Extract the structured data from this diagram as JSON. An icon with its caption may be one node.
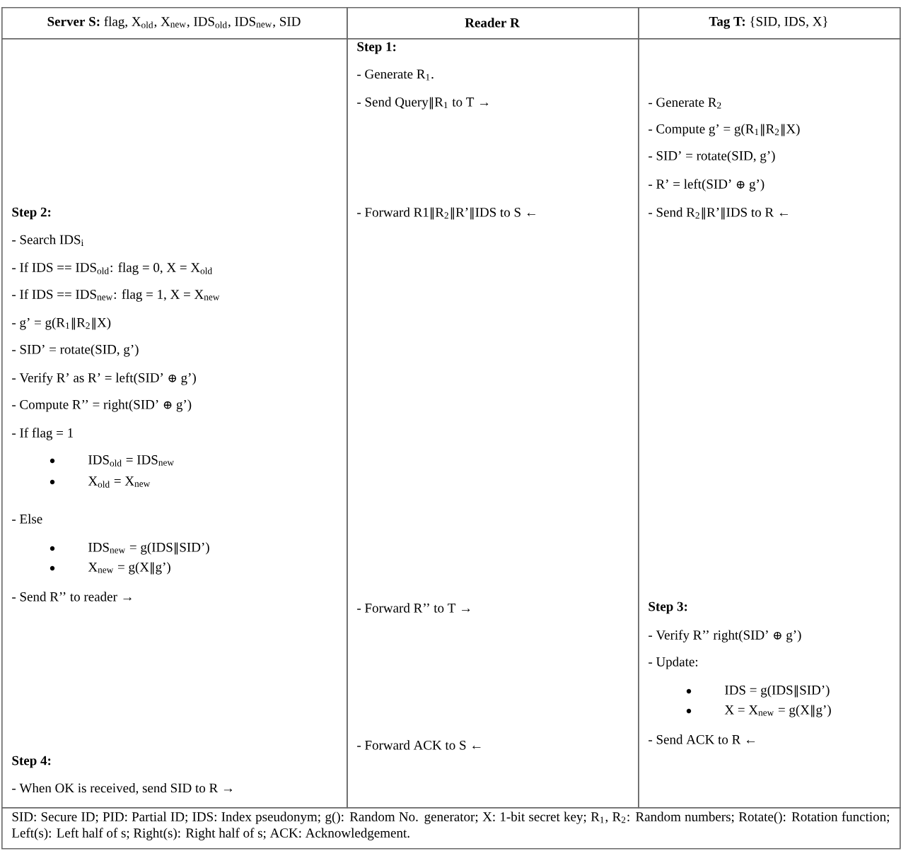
{
  "diagram": {
    "nodes": [
      {
        "text": [
          "**Server S:** flag, X$_{old}$, X$_{new}$, IDS$_{old}$, IDS$_{new}$, SID"
        ]
      },
      {
        "text": [
          "Reader R"
        ]
      },
      {
        "text": [
          "**Tag T:** {SID, IDS, X}"
        ]
      },
      {
        "text": [
          "Step 2:",
          "- Search IDS$_{i}$",
          "- If IDS == IDS$_{old}$: flag = 0, X = X$_{old}$",
          "- If IDS == IDS$_{new}$: flag = 1, X = X$_{new}$",
          "- g’ = g(R$_{1}$‖R$_{2}$‖X)",
          "- SID’ = rotate(SID, g’)",
          "- Verify R’ as R’ = left(SID’ ⊕ g’)",
          "- Compute R’’ = right(SID’ ⊕ g’)",
          "- If flag = 1",
          "IDS$_{old}$ = IDS$_{new}$",
          "X$_{old}$ = X$_{new}$",
          "- Else",
          "IDS$_{new}$ = g(IDS‖SID’)",
          "X$_{new}$ = g(X‖g’)",
          "- Send R’’ to reader →",
          "Step 4:",
          "- When OK is received, send SID to R →"
        ]
      },
      {
        "text": [
          "Step 1:",
          "- Generate R$_{1}$.",
          "- Send Query‖R$_{1}$ to T →",
          "- Forward R1‖R$_{2}$‖R’‖IDS to S ←",
          "- Forward R’’ to T →",
          "- Forward ACK to S ←"
        ]
      },
      {
        "text": [
          "- Generate R$_{2}$",
          "- Compute g’ = g(R$_{1}$‖R$_{2}$‖X)",
          "- SID’ = rotate(SID, g’)",
          "- R’ = left(SID’ ⊕ g’)",
          "- Send R$_{2}$‖R’‖IDS to R ←",
          "Step 3:",
          "- Verify R’’ right(SID’ ⊕ g’)",
          "- Update:",
          "IDS = g(IDS‖SID’)",
          "X = X$_{new}$ = g(X‖g’)",
          "- Send ACK to R ←"
        ]
      },
      {
        "text": [
          "SID: Secure ID; PID: Partial ID; IDS: Index pseudonym; g(): Random No. generator; X: 1-bit secret key; R$_{1}$, R$_{2}$: Random numbers; Rotate(): Rotation function; Left(s): Left half of s; Right(s): Right half of s; ACK: Acknowledgement."
        ]
      }
    ]
  }
}
